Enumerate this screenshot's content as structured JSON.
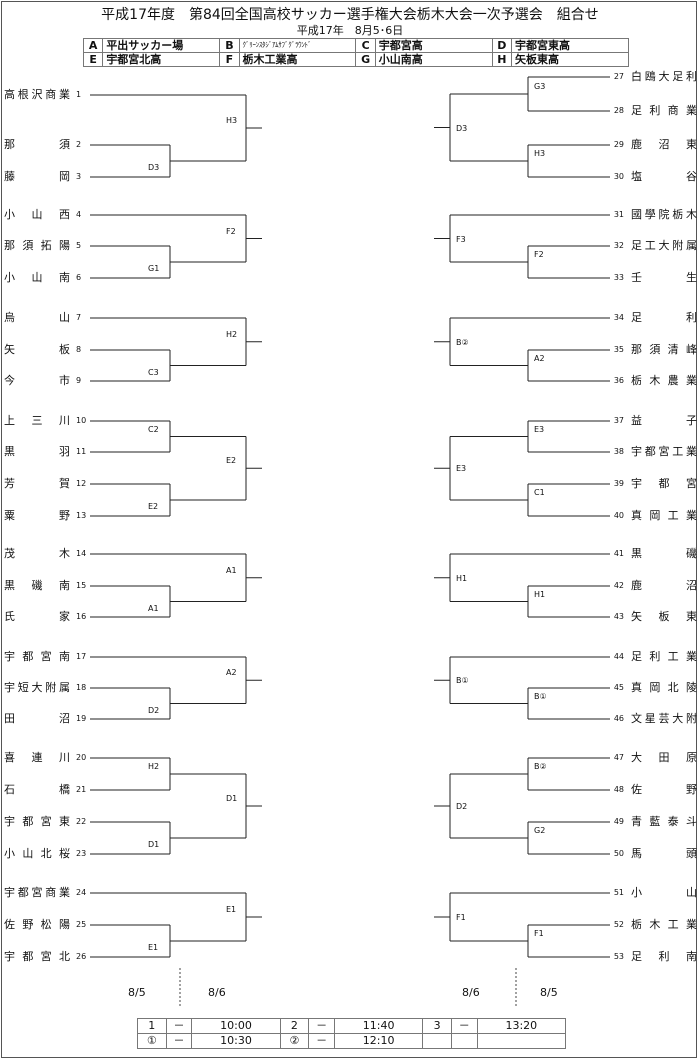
{
  "header": {
    "title": "平成17年度　第84回全国高校サッカー選手権大会栃木大会一次予選会　組合せ",
    "dates": "平成17年　8月5･6日"
  },
  "venues": [
    {
      "key": "A",
      "name": "平出サッカー場"
    },
    {
      "key": "B",
      "name": "ｸﾞﾘｰﾝｽﾀｼﾞｱﾑｻﾌﾞｸﾞﾗｳﾝﾄﾞ"
    },
    {
      "key": "C",
      "name": "宇都宮高"
    },
    {
      "key": "D",
      "name": "宇都宮東高"
    },
    {
      "key": "E",
      "name": "宇都宮北高"
    },
    {
      "key": "F",
      "name": "栃木工業高"
    },
    {
      "key": "G",
      "name": "小山南高"
    },
    {
      "key": "H",
      "name": "矢板東高"
    }
  ],
  "left_teams": [
    {
      "no": "1",
      "name": "高根沢商業"
    },
    {
      "no": "2",
      "name": "那須"
    },
    {
      "no": "3",
      "name": "藤岡"
    },
    {
      "no": "4",
      "name": "小山西"
    },
    {
      "no": "5",
      "name": "那須拓陽"
    },
    {
      "no": "6",
      "name": "小山南"
    },
    {
      "no": "7",
      "name": "烏山"
    },
    {
      "no": "8",
      "name": "矢板"
    },
    {
      "no": "9",
      "name": "今市"
    },
    {
      "no": "10",
      "name": "上三川"
    },
    {
      "no": "11",
      "name": "黒羽"
    },
    {
      "no": "12",
      "name": "芳賀"
    },
    {
      "no": "13",
      "name": "粟野"
    },
    {
      "no": "14",
      "name": "茂木"
    },
    {
      "no": "15",
      "name": "黒磯南"
    },
    {
      "no": "16",
      "name": "氏家"
    },
    {
      "no": "17",
      "name": "宇都宮南"
    },
    {
      "no": "18",
      "name": "宇短大附属"
    },
    {
      "no": "19",
      "name": "田沼"
    },
    {
      "no": "20",
      "name": "喜連川"
    },
    {
      "no": "21",
      "name": "石橋"
    },
    {
      "no": "22",
      "name": "宇都宮東"
    },
    {
      "no": "23",
      "name": "小山北桜"
    },
    {
      "no": "24",
      "name": "宇都宮商業"
    },
    {
      "no": "25",
      "name": "佐野松陽"
    },
    {
      "no": "26",
      "name": "宇都宮北"
    }
  ],
  "right_teams": [
    {
      "no": "27",
      "name": "白鴎大足利"
    },
    {
      "no": "28",
      "name": "足利商業"
    },
    {
      "no": "29",
      "name": "鹿沼東"
    },
    {
      "no": "30",
      "name": "塩谷"
    },
    {
      "no": "31",
      "name": "國學院栃木"
    },
    {
      "no": "32",
      "name": "足工大附属"
    },
    {
      "no": "33",
      "name": "壬生"
    },
    {
      "no": "34",
      "name": "足利"
    },
    {
      "no": "35",
      "name": "那須清峰"
    },
    {
      "no": "36",
      "name": "栃木農業"
    },
    {
      "no": "37",
      "name": "益子"
    },
    {
      "no": "38",
      "name": "宇都宮工業"
    },
    {
      "no": "39",
      "name": "宇都宮"
    },
    {
      "no": "40",
      "name": "真岡工業"
    },
    {
      "no": "41",
      "name": "黒磯"
    },
    {
      "no": "42",
      "name": "鹿沼"
    },
    {
      "no": "43",
      "name": "矢板東"
    },
    {
      "no": "44",
      "name": "足利工業"
    },
    {
      "no": "45",
      "name": "真岡北陵"
    },
    {
      "no": "46",
      "name": "文星芸大附"
    },
    {
      "no": "47",
      "name": "大田原"
    },
    {
      "no": "48",
      "name": "佐野"
    },
    {
      "no": "49",
      "name": "青藍泰斗"
    },
    {
      "no": "50",
      "name": "馬頭"
    },
    {
      "no": "51",
      "name": "小山"
    },
    {
      "no": "52",
      "name": "栃木工業"
    },
    {
      "no": "53",
      "name": "足利南"
    }
  ],
  "left_round1_labels": [
    "D3",
    "G1",
    "C3",
    "C2",
    "E2",
    "A1",
    "D2",
    "H2",
    "D1",
    "E1"
  ],
  "left_round2_labels": [
    "H3",
    "F2",
    "H2",
    "E2",
    "A1",
    "A2",
    "D1",
    "E1"
  ],
  "right_round1_labels": [
    "G3",
    "H3",
    "F2",
    "A2",
    "E3",
    "C1",
    "H1",
    "B①",
    "B②",
    "G2",
    "F1"
  ],
  "right_round2_labels": [
    "D3",
    "F3",
    "B②",
    "E3",
    "H1",
    "B①",
    "D2",
    "F1"
  ],
  "round_dates": {
    "left_day1": "8/5",
    "left_day2": "8/6",
    "right_day2": "8/6",
    "right_day1": "8/5"
  },
  "schedule": [
    {
      "slot": "1",
      "dash": "－",
      "time": "10:00"
    },
    {
      "slot": "2",
      "dash": "－",
      "time": "11:40"
    },
    {
      "slot": "3",
      "dash": "－",
      "time": "13:20"
    },
    {
      "slot": "①",
      "dash": "－",
      "time": "10:30"
    },
    {
      "slot": "②",
      "dash": "－",
      "time": "12:10"
    }
  ]
}
